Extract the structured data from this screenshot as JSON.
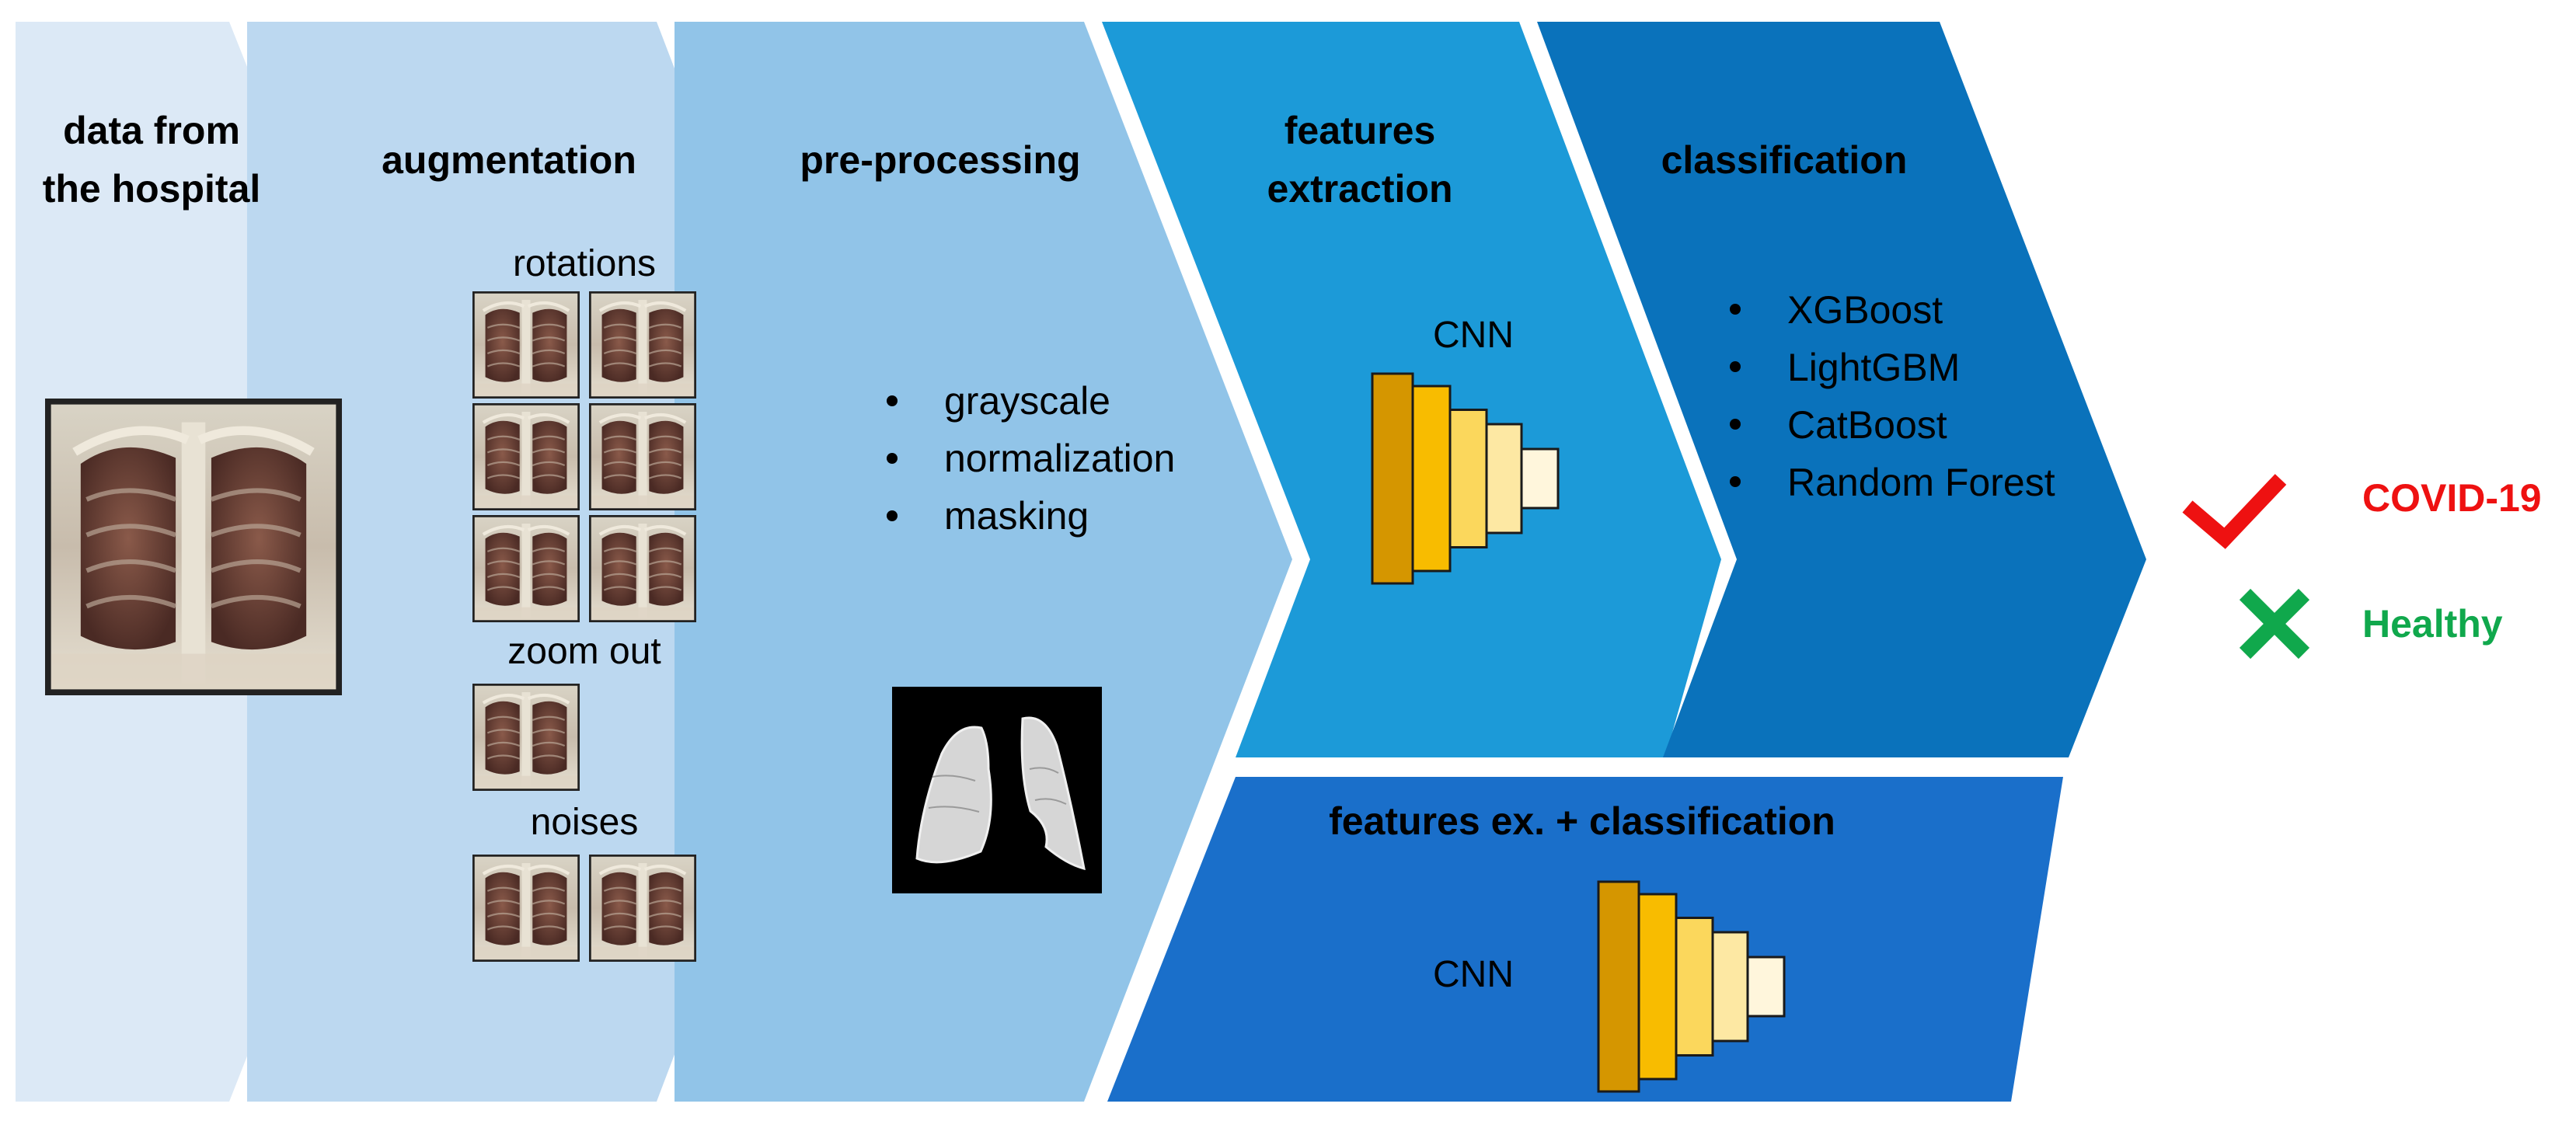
{
  "stages": [
    {
      "id": "data",
      "title_lines": [
        "data from",
        "the hospital"
      ],
      "color": "#dce9f6"
    },
    {
      "id": "augmentation",
      "title_lines": [
        "augmentation"
      ],
      "color": "#bcd8f0",
      "groups": [
        {
          "label": "rotations"
        },
        {
          "label": "zoom out"
        },
        {
          "label": "noises"
        }
      ]
    },
    {
      "id": "preprocessing",
      "title_lines": [
        "pre-processing"
      ],
      "color": "#91c4e8",
      "items": [
        "grayscale",
        "normalization",
        "masking"
      ]
    },
    {
      "id": "features",
      "title_lines": [
        "features",
        "extraction"
      ],
      "color": "#1c9ad8",
      "cnn_label": "CNN"
    },
    {
      "id": "classification",
      "title_lines": [
        "classification"
      ],
      "color": "#0a72bb",
      "items": [
        "XGBoost",
        "LightGBM",
        "CatBoost",
        "Random Forest"
      ]
    },
    {
      "id": "combined",
      "title_lines": [
        "features ex. + classification"
      ],
      "color": "#1a6fca",
      "cnn_label": "CNN"
    }
  ],
  "cnn_layer_colors": [
    "#d59600",
    "#f8bc00",
    "#fbd75c",
    "#fde8a3",
    "#fff6dc"
  ],
  "outcomes": [
    {
      "icon": "check-icon",
      "label": "COVID-19",
      "color": "#ee1111"
    },
    {
      "icon": "cross-icon",
      "label": "Healthy",
      "color": "#10a84c"
    }
  ]
}
